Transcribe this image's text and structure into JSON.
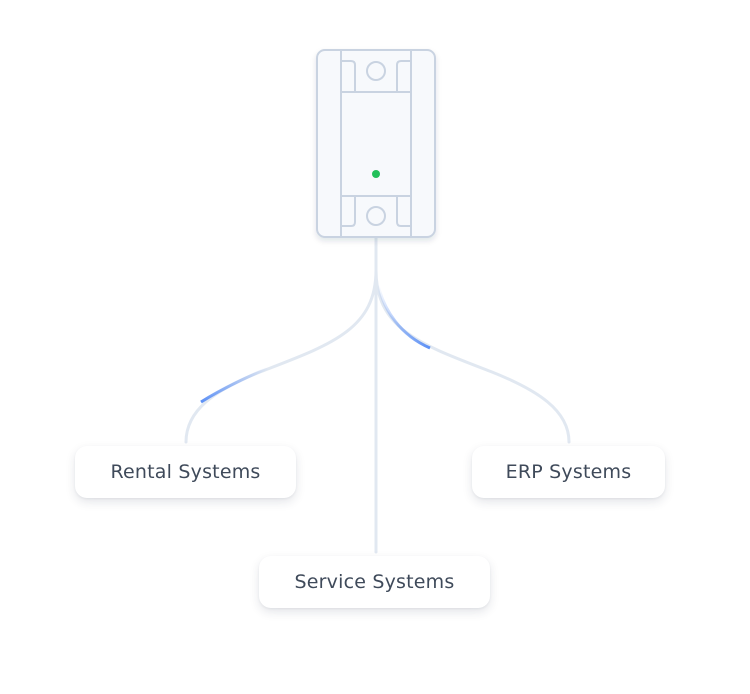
{
  "diagram": {
    "hub": {
      "name": "device",
      "status": "online",
      "status_color": "#22c05a"
    },
    "nodes": [
      {
        "id": "rental",
        "label": "Rental Systems"
      },
      {
        "id": "service",
        "label": "Service Systems"
      },
      {
        "id": "erp",
        "label": "ERP Systems"
      }
    ],
    "edges": [
      {
        "from": "device",
        "to": "rental"
      },
      {
        "from": "device",
        "to": "service"
      },
      {
        "from": "device",
        "to": "erp"
      }
    ],
    "colors": {
      "line": "#e1e8f1",
      "pulse": "#5b8ff5",
      "device_stroke": "#c9d3e1",
      "device_fill": "#f7f9fc",
      "label_text": "#3f4a5a"
    }
  }
}
